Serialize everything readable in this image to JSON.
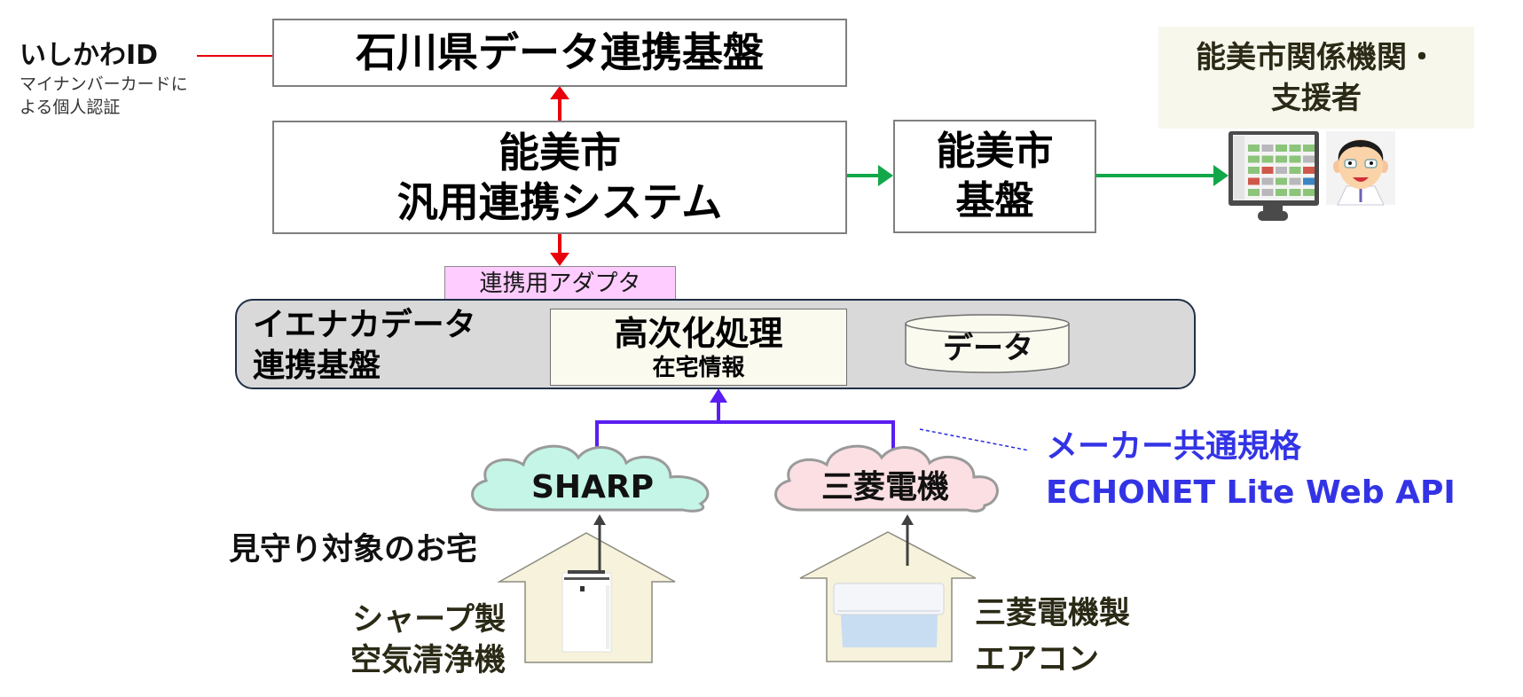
{
  "ishikawa_id": {
    "title": "いしかわID",
    "subtitle_line1": "マイナンバーカードに",
    "subtitle_line2": "よる個人認証"
  },
  "boxes": {
    "prefecture_platform": "石川県データ連携基盤",
    "nomi_system_line1": "能美市",
    "nomi_system_line2": "汎用連携システム",
    "nomi_platform_line1": "能美市",
    "nomi_platform_line2": "基盤",
    "stakeholders_line1": "能美市関係機関・",
    "stakeholders_line2": "支援者",
    "adapter": "連携用アダプタ",
    "ienaka_line1": "イエナカデータ",
    "ienaka_line2": "連携基盤",
    "processing_title": "高次化処理",
    "processing_sub": "在宅情報",
    "data_store": "データ"
  },
  "clouds": {
    "sharp": "SHARP",
    "mitsubishi": "三菱電機"
  },
  "standard": {
    "line1": "メーカー共通規格",
    "line2": "ECHONET Lite Web API"
  },
  "homes": {
    "label": "見守り対象のお宅",
    "sharp_device_line1": "シャープ製",
    "sharp_device_line2": "空気清浄機",
    "mitsubishi_device_line1": "三菱電機製",
    "mitsubishi_device_line2": "エアコン"
  },
  "colors": {
    "red_arrow": "#e8000b",
    "green_arrow": "#12a84a",
    "purple_arrow": "#5a1ef0",
    "blue_text": "#3333e6",
    "adapter_fill": "#ffccff",
    "ienaka_fill": "#d9d9d9",
    "ienaka_border": "#1f3147",
    "cream_fill": "#fbfaef",
    "house_fill": "#f6f2dc",
    "sharp_cloud": "#c4f5e6",
    "mitsubishi_cloud": "#fbdfe3",
    "stakeholder_bg": "#f7f7ec"
  },
  "dashboard_cells": [
    [
      "green",
      "grey",
      "green",
      "green",
      "green"
    ],
    [
      "green",
      "green",
      "green",
      "green",
      "grey"
    ],
    [
      "green",
      "red",
      "grey",
      "green",
      "red"
    ],
    [
      "red",
      "grey",
      "green",
      "grey",
      "blue"
    ],
    [
      "green",
      "grey",
      "green",
      "green",
      "green"
    ]
  ]
}
